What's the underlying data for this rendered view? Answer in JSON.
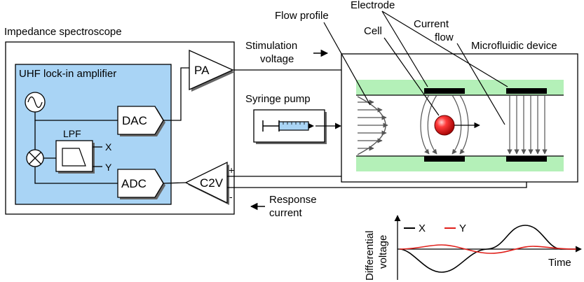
{
  "labels": {
    "impedance_spectroscope": "Impedance spectroscope",
    "uhf_lockin": "UHF lock-in amplifier",
    "pa": "PA",
    "dac": "DAC",
    "adc": "ADC",
    "lpf": "LPF",
    "x": "X",
    "y": "Y",
    "c2v": "C2V",
    "plus": "+",
    "minus": "-",
    "stimulation_line1": "Stimulation",
    "stimulation_line2": "voltage",
    "syringe_pump": "Syringe pump",
    "response_line1": "Response",
    "response_line2": "current",
    "flow_profile": "Flow profile",
    "electrode": "Electrode",
    "cell": "Cell",
    "current_line1": "Current",
    "current_line2": "flow",
    "microfluidic_device": "Microfluidic device"
  },
  "chart_data": {
    "type": "line",
    "ylabel_line1": "Differential",
    "ylabel_line2": "voltage",
    "xlabel": "Time",
    "legend": [
      {
        "name": "X",
        "color": "#000000"
      },
      {
        "name": "Y",
        "color": "#e0201b"
      }
    ]
  },
  "colors": {
    "amplifier_fill": "#a9d4f5",
    "channel_green": "#b4f0b8",
    "cell_red": "#e02020",
    "trace_x": "#000000",
    "trace_y": "#e0201b"
  }
}
